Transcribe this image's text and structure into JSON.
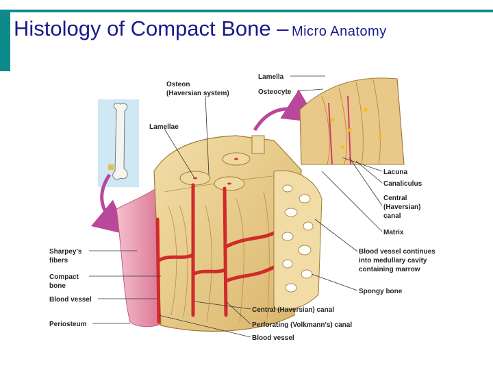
{
  "slide": {
    "title_main": "Histology of Compact Bone –",
    "title_sub": "Micro Anatomy",
    "accent_color": "#0e8a8a",
    "title_color": "#1a1a8c"
  },
  "diagram": {
    "labels": {
      "lamella": "Lamella",
      "osteocyte": "Osteocyte",
      "osteon_1": "Osteon",
      "osteon_2": "(Haversian system)",
      "lamellae": "Lamellae",
      "lacuna": "Lacuna",
      "canaliculus": "Canaliculus",
      "central_canal_1": "Central",
      "central_canal_2": "(Haversian)",
      "central_canal_3": "canal",
      "matrix": "Matrix",
      "blood_vessel_continues_1": "Blood vessel continues",
      "blood_vessel_continues_2": "into medullary cavity",
      "blood_vessel_continues_3": "containing marrow",
      "spongy_bone": "Spongy bone",
      "sharpeys_1": "Sharpey's",
      "sharpeys_2": "fibers",
      "compact_bone_1": "Compact",
      "compact_bone_2": "bone",
      "blood_vessel_left": "Blood vessel",
      "periosteum": "Periosteum",
      "central_haversian_canal": "Central (Haversian) canal",
      "perforating_canal": "Perforating (Volkmann's) canal",
      "blood_vessel_bottom": "Blood vessel"
    }
  }
}
